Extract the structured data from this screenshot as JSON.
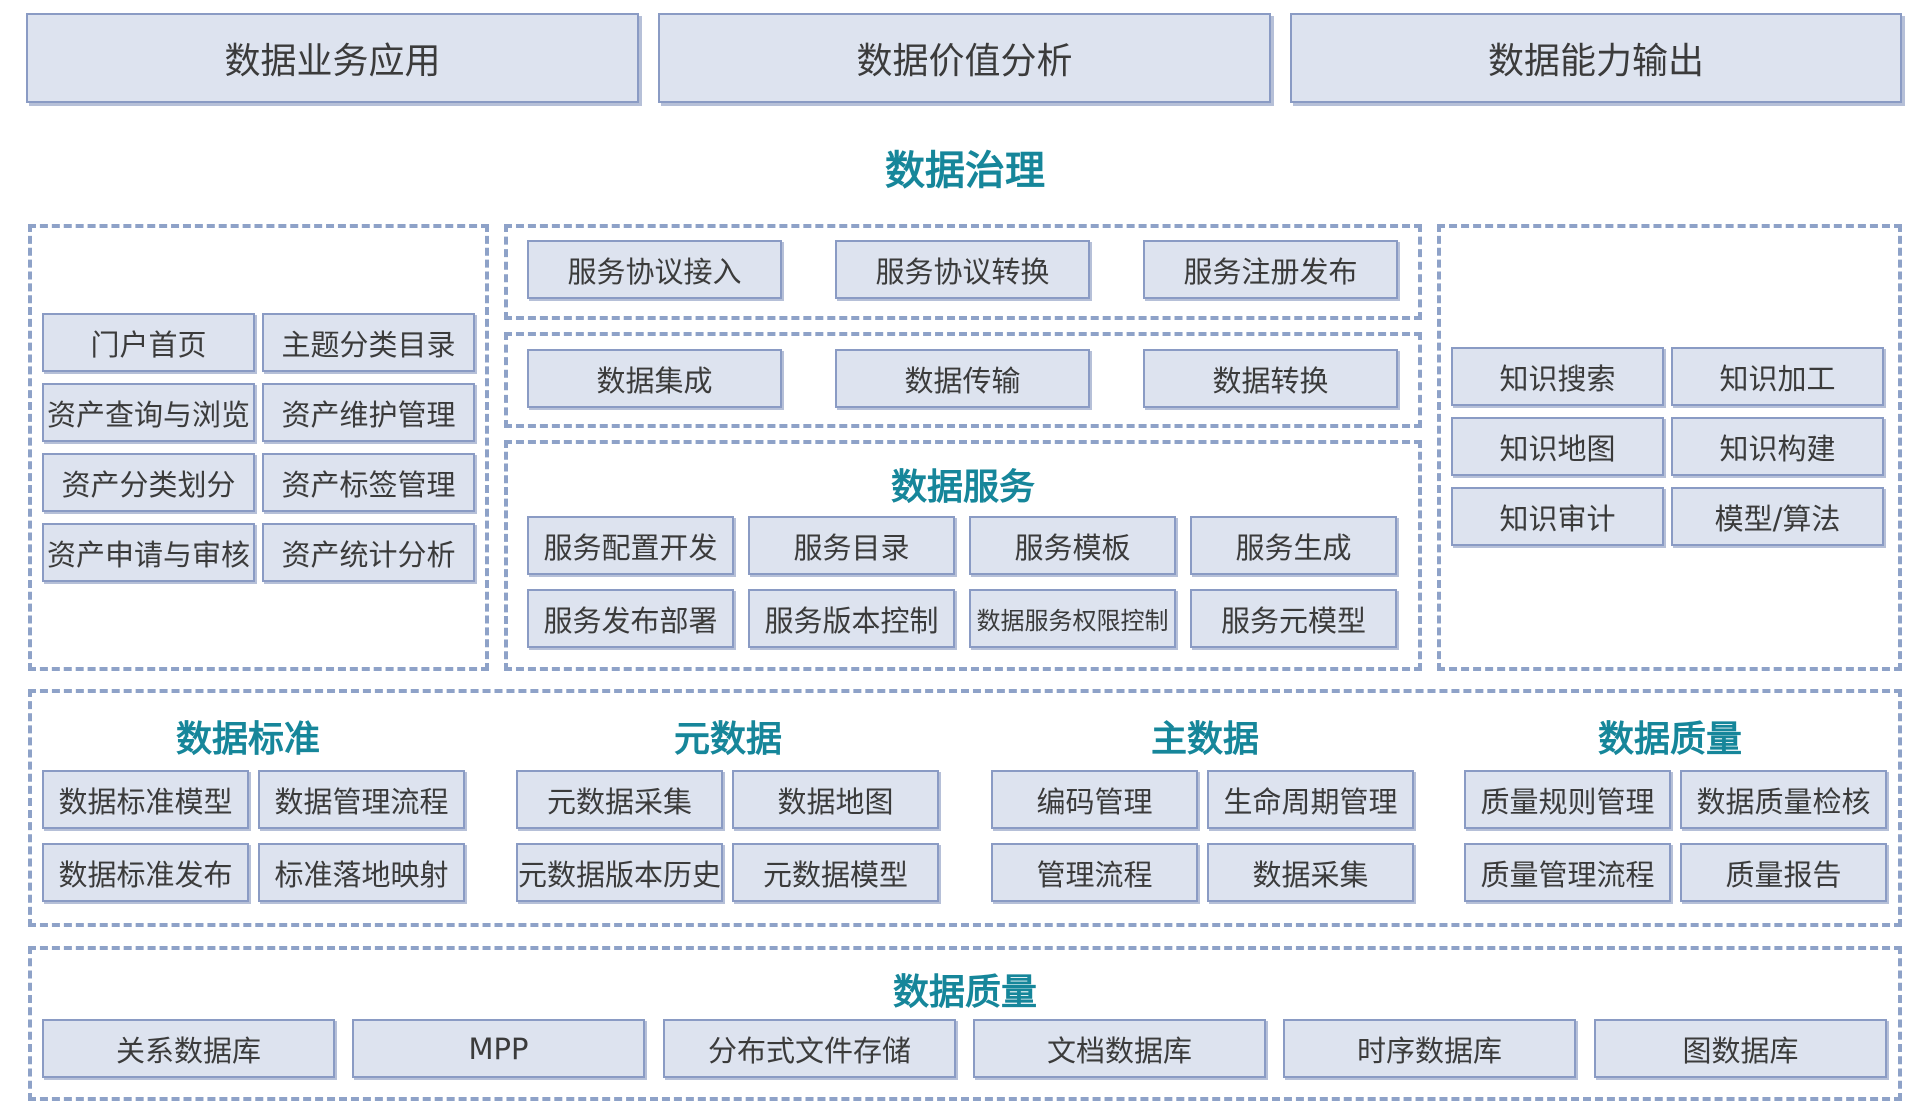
{
  "top": [
    "数据业务应用",
    "数据价值分析",
    "数据能力输出"
  ],
  "governance_title": "数据治理",
  "left_panel": [
    "门户首页",
    "主题分类目录",
    "资产查询与浏览",
    "资产维护管理",
    "资产分类划分",
    "资产标签管理",
    "资产申请与审核",
    "资产统计分析"
  ],
  "protocol_row": [
    "服务协议接入",
    "服务协议转换",
    "服务注册发布"
  ],
  "integration_row": [
    "数据集成",
    "数据传输",
    "数据转换"
  ],
  "data_service": {
    "title": "数据服务",
    "items": [
      "服务配置开发",
      "服务目录",
      "服务模板",
      "服务生成",
      "服务发布部署",
      "服务版本控制",
      "数据服务权限控制",
      "服务元模型"
    ]
  },
  "right_panel": [
    "知识搜索",
    "知识加工",
    "知识地图",
    "知识构建",
    "知识审计",
    "模型/算法"
  ],
  "groups": [
    {
      "title": "数据标准",
      "items": [
        "数据标准模型",
        "数据管理流程",
        "数据标准发布",
        "标准落地映射"
      ]
    },
    {
      "title": "元数据",
      "items": [
        "元数据采集",
        "数据地图",
        "元数据版本历史",
        "元数据模型"
      ]
    },
    {
      "title": "主数据",
      "items": [
        "编码管理",
        "生命周期管理",
        "管理流程",
        "数据采集"
      ]
    },
    {
      "title": "数据质量",
      "items": [
        "质量规则管理",
        "数据质量检核",
        "质量管理流程",
        "质量报告"
      ]
    }
  ],
  "storage": {
    "title": "数据质量",
    "items": [
      "关系数据库",
      "MPP",
      "分布式文件存储",
      "文档数据库",
      "时序数据库",
      "图数据库"
    ]
  }
}
